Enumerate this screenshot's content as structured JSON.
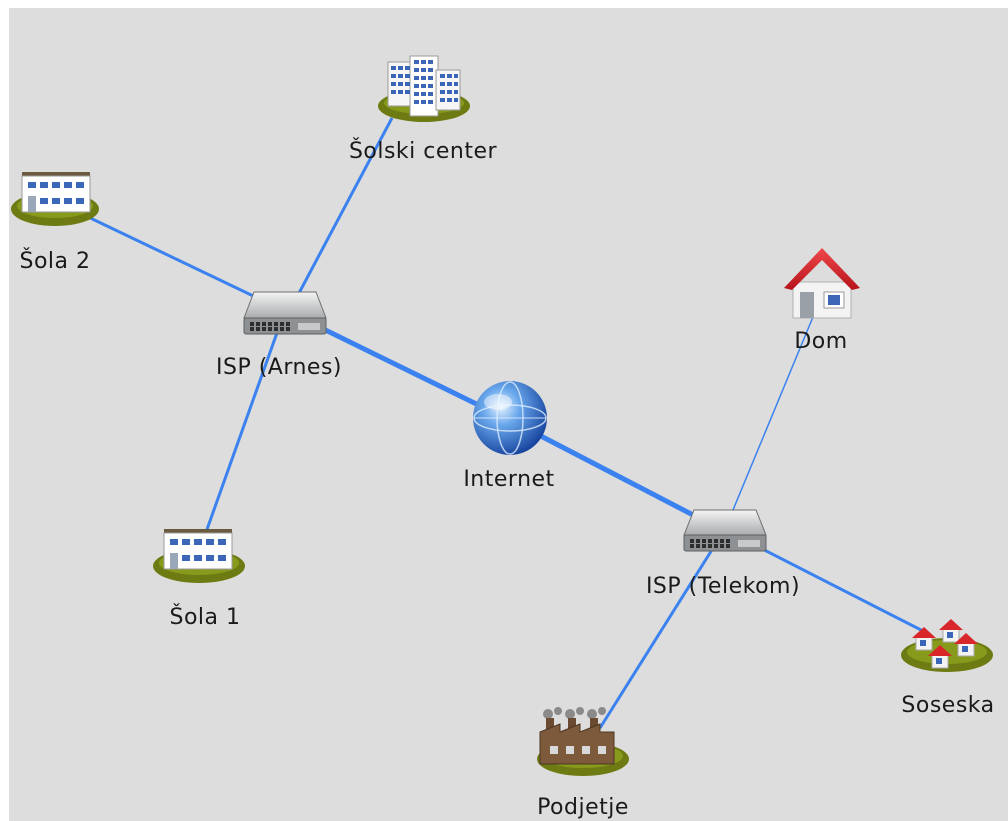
{
  "nodes": {
    "solski_center": {
      "label": "Šolski center",
      "icon": "office-building-icon"
    },
    "sola2": {
      "label": "Šola 2",
      "icon": "school-building-icon"
    },
    "isp_arnes": {
      "label": "ISP (Arnes)",
      "icon": "network-switch-icon"
    },
    "internet": {
      "label": "Internet",
      "icon": "globe-icon"
    },
    "dom": {
      "label": "Dom",
      "icon": "house-icon"
    },
    "sola1": {
      "label": "Šola 1",
      "icon": "school-building-icon"
    },
    "isp_telekom": {
      "label": "ISP (Telekom)",
      "icon": "network-switch-icon"
    },
    "soseska": {
      "label": "Soseska",
      "icon": "neighborhood-houses-icon"
    },
    "podjetje": {
      "label": "Podjetje",
      "icon": "factory-icon"
    }
  },
  "links": [
    {
      "from": "isp_arnes",
      "to": "solski_center",
      "type": "normal"
    },
    {
      "from": "isp_arnes",
      "to": "sola2",
      "type": "normal"
    },
    {
      "from": "isp_arnes",
      "to": "sola1",
      "type": "normal"
    },
    {
      "from": "isp_arnes",
      "to": "internet",
      "type": "thick"
    },
    {
      "from": "internet",
      "to": "isp_telekom",
      "type": "thick"
    },
    {
      "from": "isp_telekom",
      "to": "dom",
      "type": "thin"
    },
    {
      "from": "isp_telekom",
      "to": "soseska",
      "type": "normal"
    },
    {
      "from": "isp_telekom",
      "to": "podjetje",
      "type": "normal"
    }
  ],
  "colors": {
    "background": "#dcdddc",
    "link": "#3b82f0",
    "ground": "#6e7a12",
    "roof": "#d8262b"
  }
}
